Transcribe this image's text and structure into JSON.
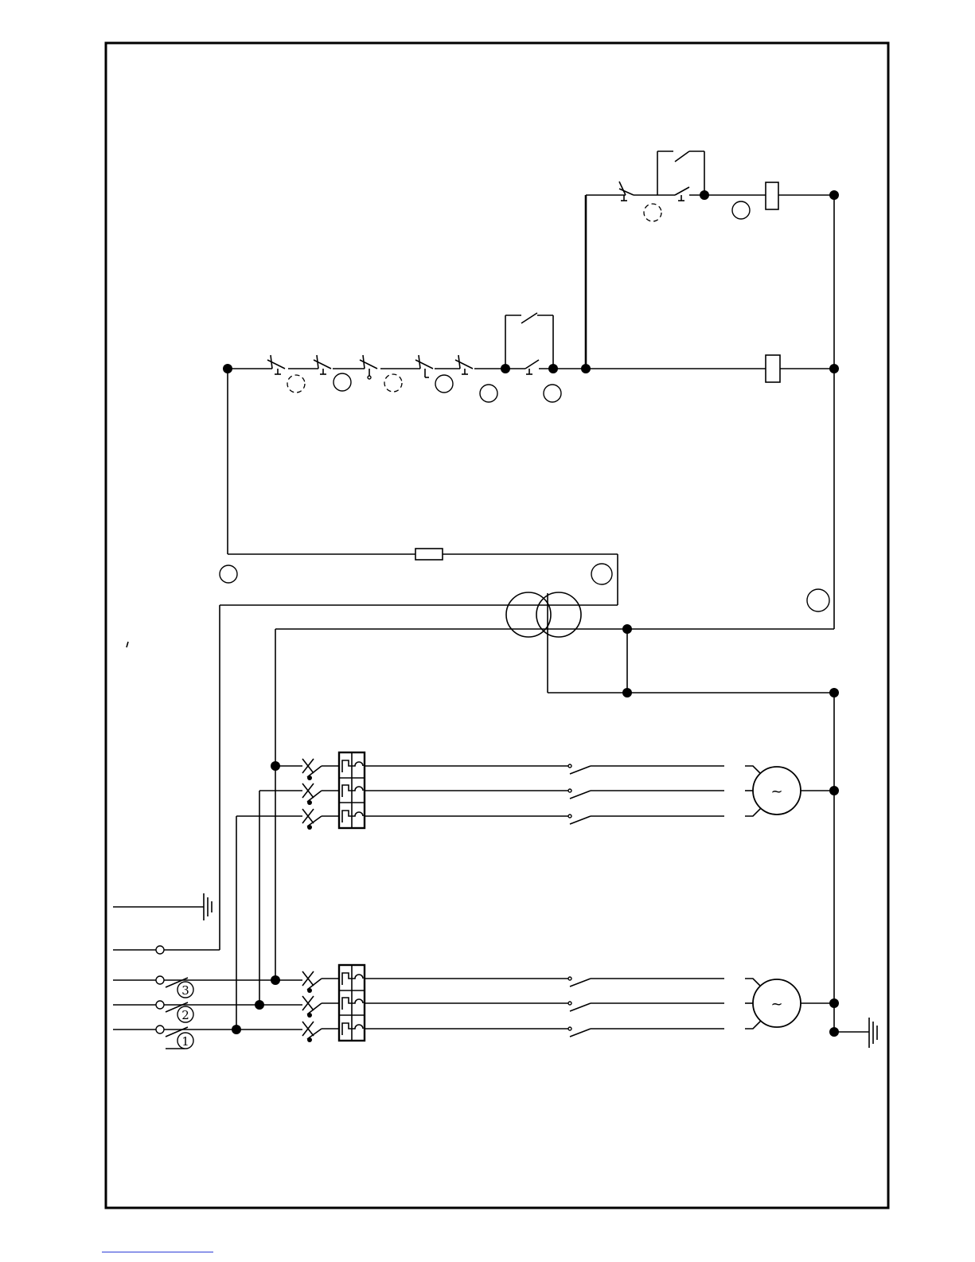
{
  "diagram": {
    "phase_labels": [
      "1",
      "2",
      "3"
    ],
    "motor_symbol": "~"
  },
  "colors": {
    "line": "#000000",
    "background": "#ffffff",
    "footer_link": "#2a3bd6"
  }
}
